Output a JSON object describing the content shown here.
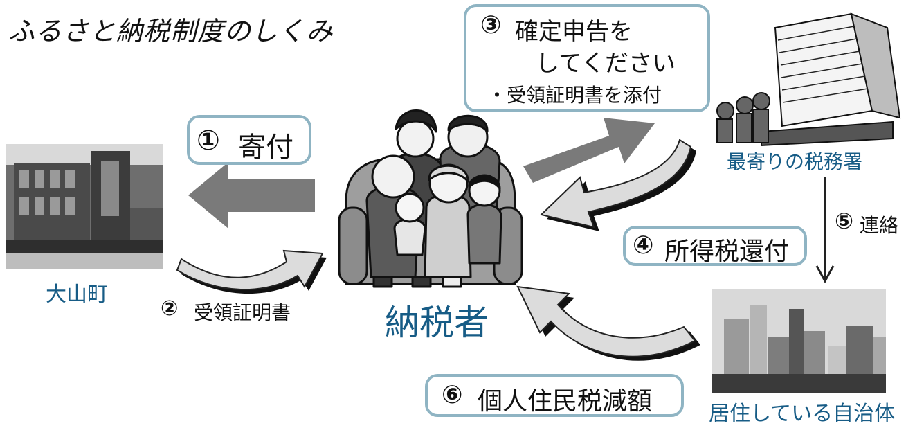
{
  "title": "ふるさと納税制度のしくみ",
  "steps": {
    "s1": {
      "num": "①",
      "text": "寄付"
    },
    "s2": {
      "num": "②",
      "text": "受領証明書"
    },
    "s3": {
      "num": "③",
      "line1": "確定申告を",
      "line2": "してください",
      "line3": "・受領証明書を添付"
    },
    "s4": {
      "num": "④",
      "text": "所得税還付"
    },
    "s5": {
      "num": "⑤",
      "text": "連絡"
    },
    "s6": {
      "num": "⑥",
      "text": "個人住民税減額"
    }
  },
  "nodes": {
    "town": "大山町",
    "taxpayer": "納税者",
    "tax_office": "最寄りの税務署",
    "municipality": "居住している自治体"
  },
  "colors": {
    "accent_border": "#8fb4c3",
    "label_blue": "#175c86",
    "arrow_dark": "#7a7a7a",
    "arrow_light": "#cfcfcf"
  }
}
